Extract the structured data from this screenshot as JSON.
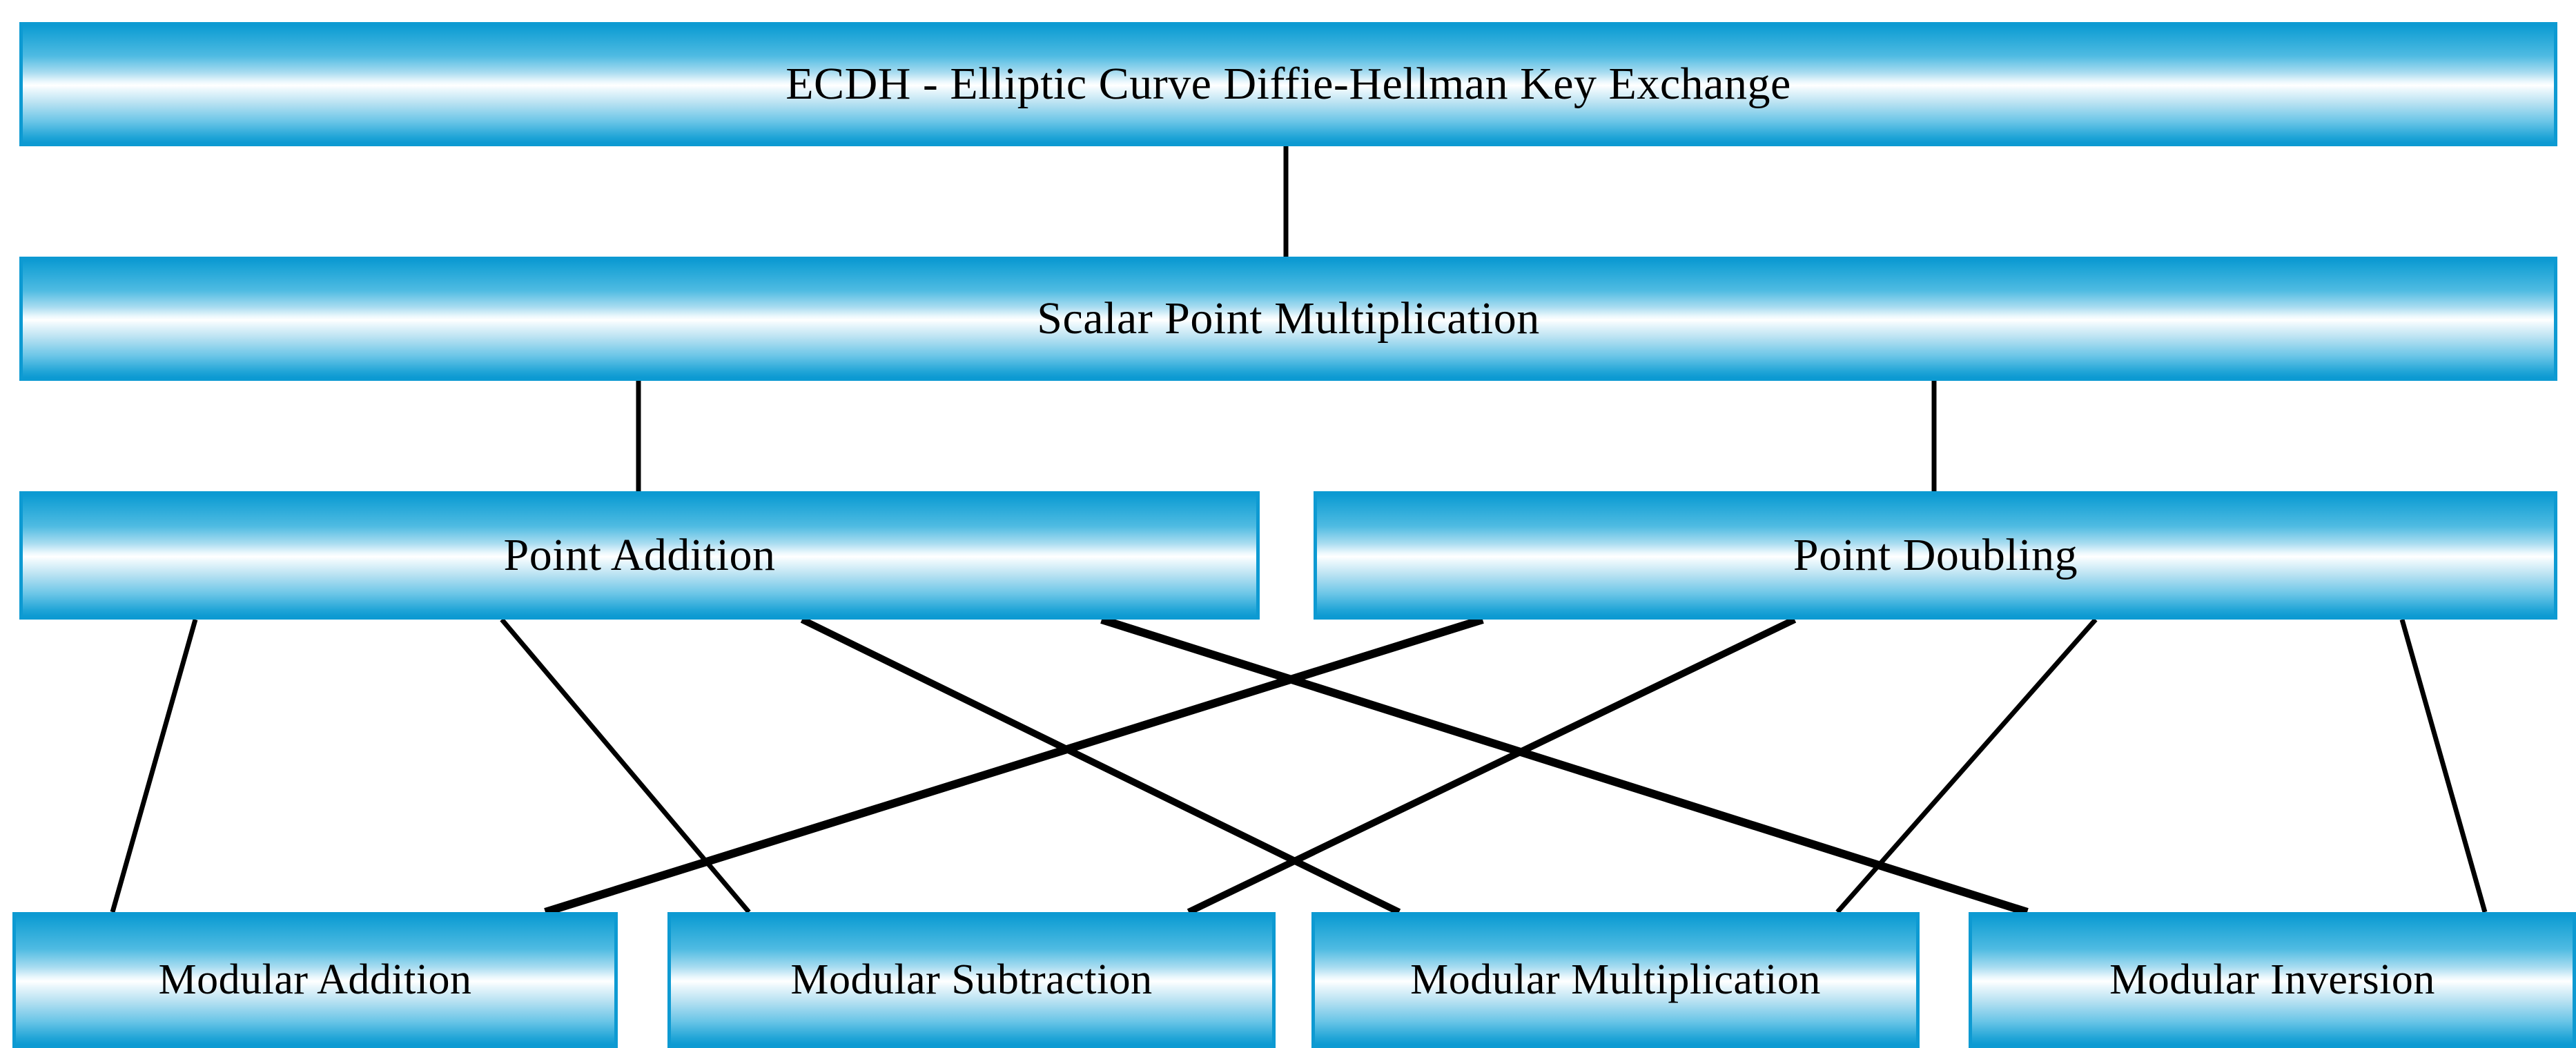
{
  "diagram": {
    "title": "ECDH - Elliptic Curve Diffie-Hellman Key Exchange",
    "type": "hierarchy-tree",
    "background_color": "#ffffff",
    "node_fill_highlight": "#ffffff",
    "node_fill_edge": "#0d9ad2",
    "node_border_color": "#0d9ad2",
    "connector_color": "#000000"
  },
  "nodes": {
    "root": {
      "id": "ecdh",
      "label": "ECDH - Elliptic Curve Diffie-Hellman Key Exchange"
    },
    "level2": {
      "id": "scalar-point-multiplication",
      "label": "Scalar Point Multiplication"
    },
    "level3": [
      {
        "id": "point-addition",
        "label": "Point Addition"
      },
      {
        "id": "point-doubling",
        "label": "Point Doubling"
      }
    ],
    "level4": [
      {
        "id": "modular-addition",
        "label": "Modular Addition"
      },
      {
        "id": "modular-subtraction",
        "label": "Modular Subtraction"
      },
      {
        "id": "modular-multiplication",
        "label": "Modular Multiplication"
      },
      {
        "id": "modular-inversion",
        "label": "Modular Inversion"
      }
    ]
  },
  "edges": [
    {
      "from": "ecdh",
      "to": "scalar-point-multiplication"
    },
    {
      "from": "scalar-point-multiplication",
      "to": "point-addition"
    },
    {
      "from": "scalar-point-multiplication",
      "to": "point-doubling"
    },
    {
      "from": "point-addition",
      "to": "modular-addition"
    },
    {
      "from": "point-addition",
      "to": "modular-subtraction"
    },
    {
      "from": "point-addition",
      "to": "modular-multiplication"
    },
    {
      "from": "point-addition",
      "to": "modular-inversion"
    },
    {
      "from": "point-doubling",
      "to": "modular-addition"
    },
    {
      "from": "point-doubling",
      "to": "modular-subtraction"
    },
    {
      "from": "point-doubling",
      "to": "modular-multiplication"
    },
    {
      "from": "point-doubling",
      "to": "modular-inversion"
    }
  ]
}
